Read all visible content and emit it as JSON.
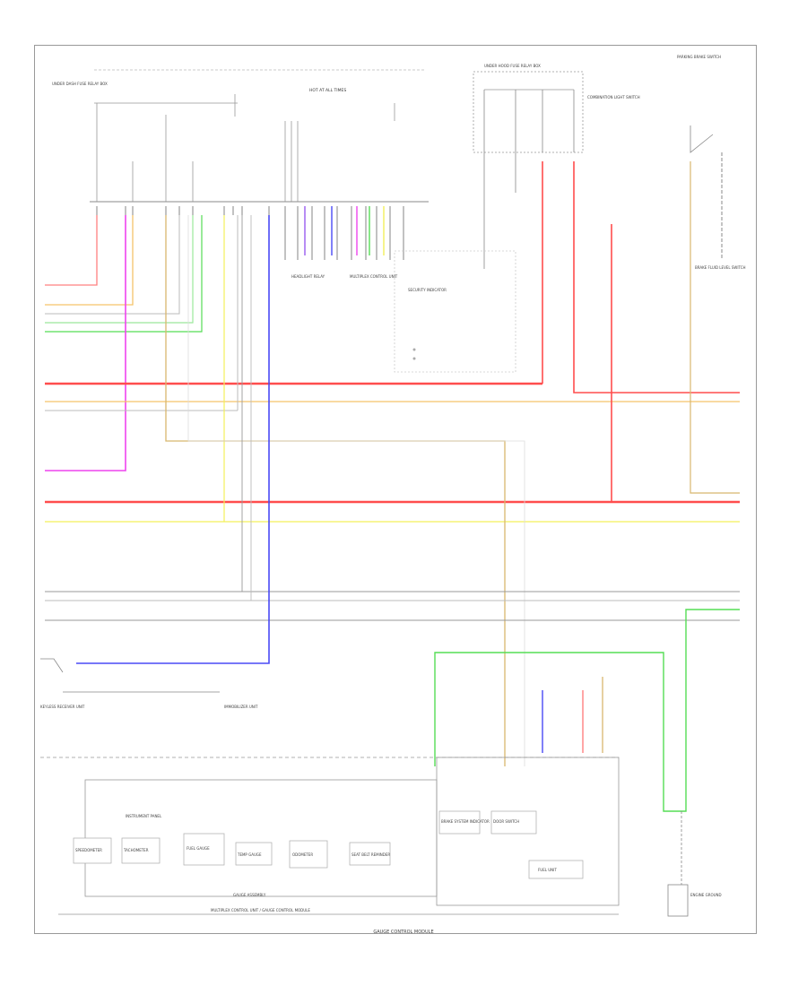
{
  "labels": {
    "top_center": "HOT AT ALL TIMES",
    "fuse_box_left": "UNDER DASH FUSE RELAY BOX",
    "fuse_box_right": "UNDER HOOD FUSE RELAY BOX",
    "combination_light_switch": "COMBINATION LIGHT SWITCH",
    "parking_brake": "PARKING BRAKE SWITCH",
    "brake_fluid": "BRAKE FLUID LEVEL SWITCH",
    "security_indicator": "SECURITY INDICATOR",
    "headlight_relay": "HEADLIGHT RELAY",
    "multiplex_unit": "MULTIPLEX CONTROL UNIT",
    "keyless_receiver": "KEYLESS RECEIVER UNIT",
    "immobilizer_unit": "IMMOBILIZER UNIT",
    "gauge_assembly": "GAUGE ASSEMBLY",
    "instrument_panel": "INSTRUMENT PANEL",
    "speedometer": "SPEEDOMETER",
    "tachometer": "TACHOMETER",
    "fuel_gauge": "FUEL GAUGE",
    "temp_gauge": "TEMP GAUGE",
    "odometer": "ODOMETER",
    "brake_light": "BRAKE SYSTEM INDICATOR",
    "seat_belt": "SEAT BELT REMINDER",
    "door_switch": "DOOR SWITCH",
    "fuel_unit": "FUEL UNIT",
    "engine_ground": "ENGINE GROUND",
    "footer_left": "",
    "bottom_caption": "GAUGE CONTROL MODULE",
    "bottom_bus": "MULTIPLEX CONTROL UNIT / GAUGE CONTROL MODULE"
  },
  "colors": {
    "red": "#ff4d4d",
    "pink": "#ff8080",
    "magenta": "#ee44ee",
    "yellow": "#f3f05a",
    "orange": "#f5c36a",
    "tan": "#d8b76e",
    "green": "#55dd55",
    "lightgreen": "#9be89b",
    "blue": "#4a4af5",
    "purple": "#9a5cf0",
    "gray": "#a9a9a9",
    "black": "#555555"
  }
}
